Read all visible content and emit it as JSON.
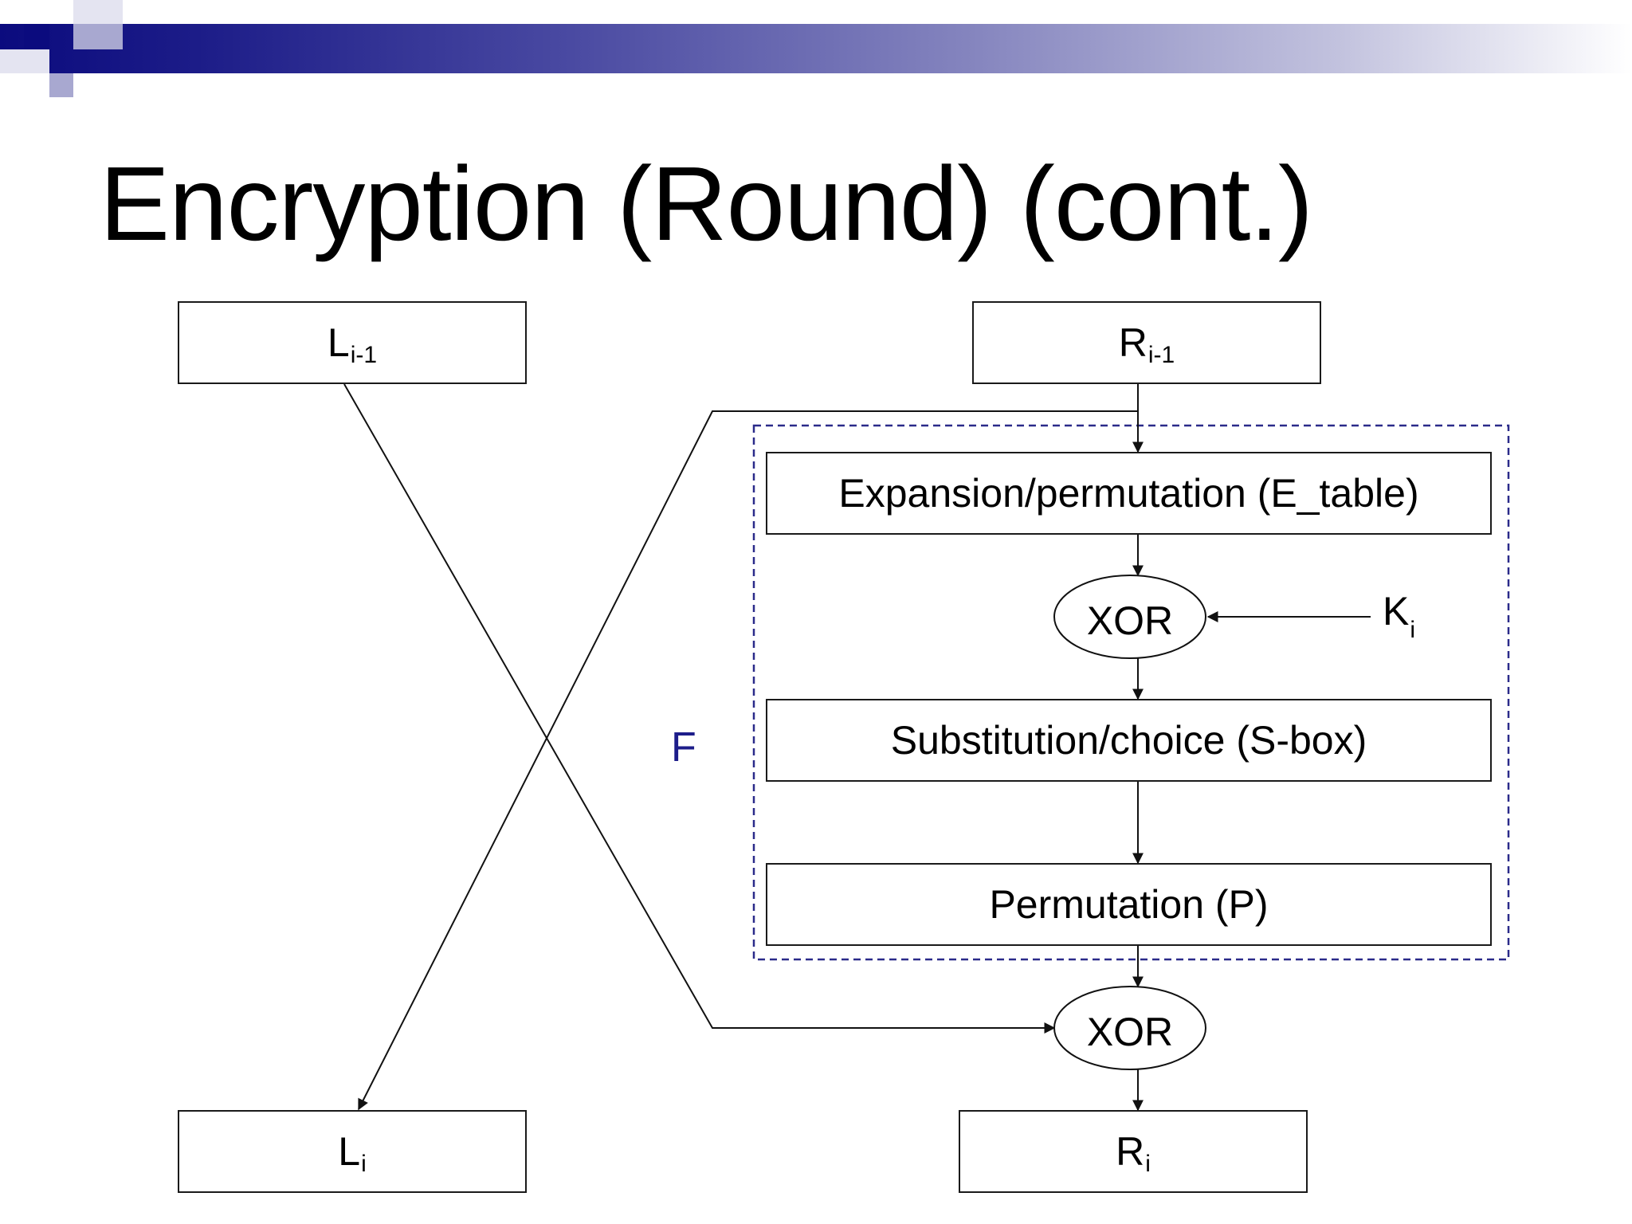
{
  "slide": {
    "title": "Encryption (Round) (cont.)",
    "header_color": "#0b0b7e"
  },
  "diagram": {
    "left_input": {
      "main": "L",
      "sub": "i-1"
    },
    "right_input": {
      "main": "R",
      "sub": "i-1"
    },
    "expansion_box": "Expansion/permutation (E_table)",
    "xor_top": "XOR",
    "key": {
      "main": "K",
      "sub": "i"
    },
    "sbox_box": "Substitution/choice (S-box)",
    "permutation_box": "Permutation (P)",
    "f_label": "F",
    "xor_bottom": "XOR",
    "left_output": {
      "main": "L",
      "sub": "i"
    },
    "right_output": {
      "main": "R",
      "sub": "i"
    },
    "f_border_color": "#2b2b8a"
  }
}
